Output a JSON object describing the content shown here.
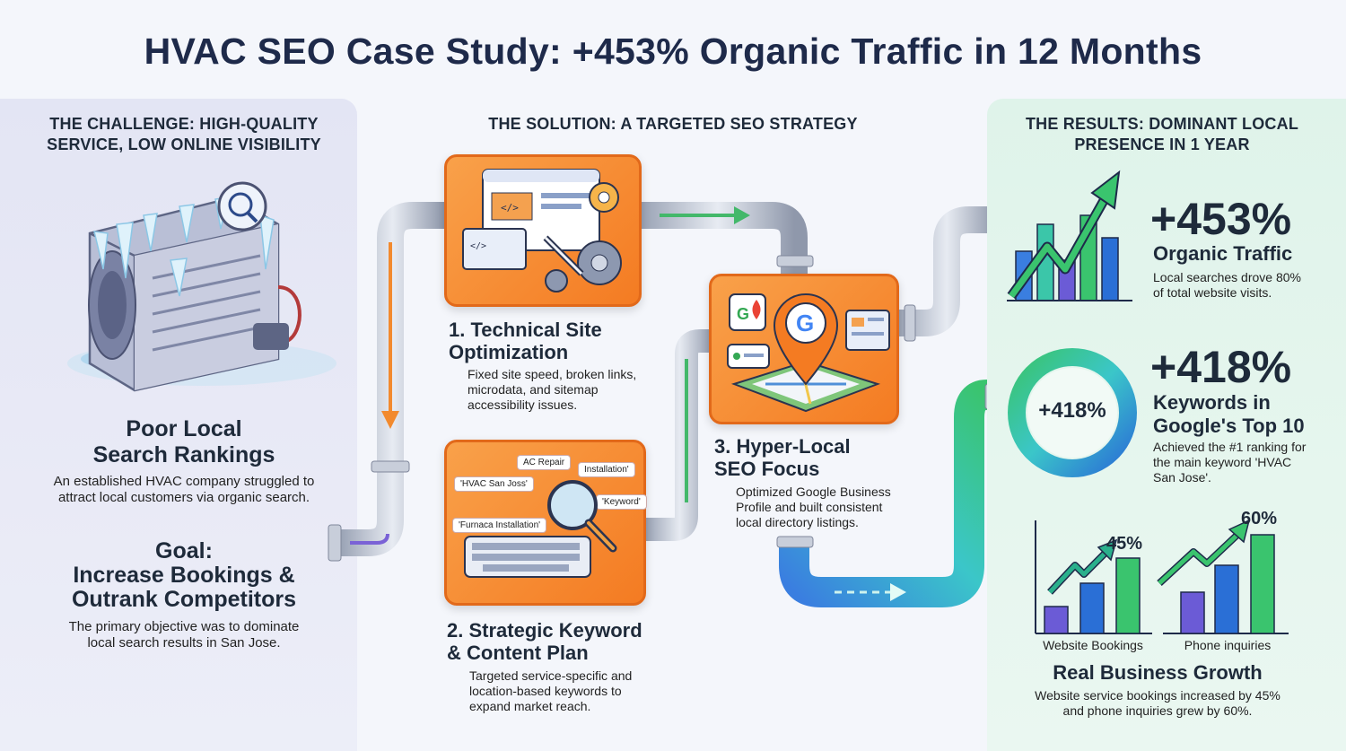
{
  "title": "HVAC SEO Case Study: +453% Organic Traffic in 12 Months",
  "challenge": {
    "heading_line1": "THE CHALLENGE: HIGH-QUALITY",
    "heading_line2": "SERVICE, LOW ONLINE VISIBILITY",
    "problem_title_line1": "Poor Local",
    "problem_title_line2": "Search Rankings",
    "problem_desc_line1": "An established HVAC company struggled to",
    "problem_desc_line2": "attract local customers via organic search.",
    "goal_label": "Goal:",
    "goal_line1": "Increase Bookings &",
    "goal_line2": "Outrank Competitors",
    "goal_desc_line1": "The primary objective was to dominate",
    "goal_desc_line2": "local search results in San Jose."
  },
  "solution": {
    "heading": "THE SOLUTION: A TARGETED SEO STRATEGY",
    "steps": [
      {
        "title_line1": "1. Technical Site",
        "title_line2": "Optimization",
        "desc_line1": "Fixed site speed, broken links,",
        "desc_line2": "microdata, and sitemap",
        "desc_line3": "accessibility issues."
      },
      {
        "title_line1": "2. Strategic Keyword",
        "title_line2": "& Content Plan",
        "desc_line1": "Targeted service-specific and",
        "desc_line2": "location-based keywords to",
        "desc_line3": "expand market reach."
      },
      {
        "title_line1": "3. Hyper-Local",
        "title_line2": "SEO Focus",
        "desc_line1": "Optimized Google Business",
        "desc_line2": "Profile and built consistent",
        "desc_line3": "local directory listings."
      }
    ],
    "keywords": [
      "AC Repair",
      "Installation'",
      "'HVAC San Joss'",
      "'Keyword'",
      "'Furnaca Installation'"
    ]
  },
  "results": {
    "heading_line1": "THE RESULTS: DOMINANT LOCAL",
    "heading_line2": "PRESENCE IN 1 YEAR",
    "traffic": {
      "value": "+453%",
      "label": "Organic Traffic",
      "desc_line1": "Local searches drove 80%",
      "desc_line2": "of total website visits."
    },
    "keywords": {
      "value": "+418%",
      "ring_value": "+418%",
      "label_line1": "Keywords in",
      "label_line2": "Google's Top 10",
      "desc_line1": "Achieved the #1 ranking for",
      "desc_line2": "the main keyword 'HVAC",
      "desc_line3": "San Jose'."
    },
    "growth": {
      "bookings_pct": "45%",
      "phone_pct": "60%",
      "bookings_label": "Website Bookings",
      "phone_label": "Phone inquiries",
      "title": "Real Business Growth",
      "desc_line1": "Website service bookings increased by 45%",
      "desc_line2": "and phone inquiries grew by 60%."
    }
  },
  "colors": {
    "orange": "#f47b22",
    "navy": "#1e2a4a",
    "teal": "#1fa67a",
    "blue": "#2a6fd6",
    "purple": "#6b5bd6"
  }
}
